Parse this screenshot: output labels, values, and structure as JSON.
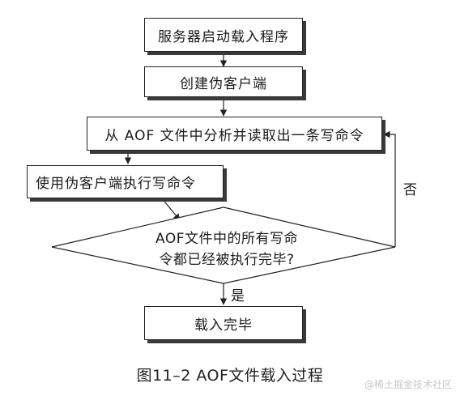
{
  "flowchart": {
    "steps": [
      {
        "id": "start-server",
        "label": "服务器启动载入程序"
      },
      {
        "id": "create-fake-client",
        "label": "创建伪客户端"
      },
      {
        "id": "read-command",
        "label": "从 AOF 文件中分析并读取出一条写命令"
      },
      {
        "id": "execute-command",
        "label": "使用伪客户端执行写命令"
      },
      {
        "id": "load-complete",
        "label": "载入完毕"
      }
    ],
    "decision": {
      "line1": "AOF文件中的所有写命",
      "line2": "令都已经被执行完毕?"
    },
    "yes_label": "是",
    "no_label": "否"
  },
  "caption": "图11–2 AOF文件载入过程",
  "watermark": "@稀土掘金技术社区"
}
